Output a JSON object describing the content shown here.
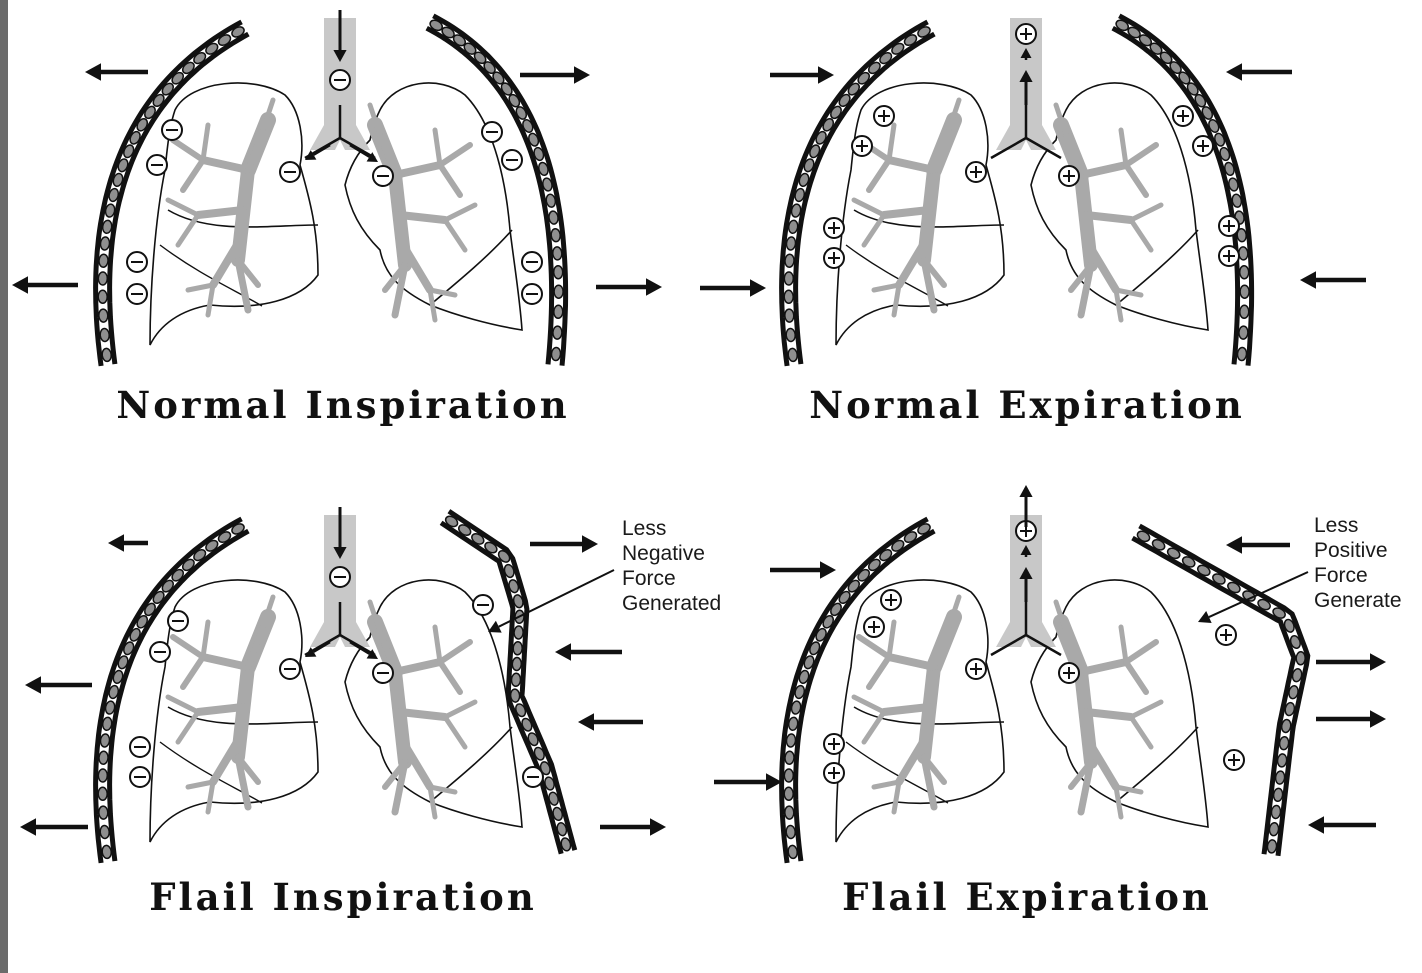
{
  "panels": [
    {
      "id": "normal-inspiration",
      "caption": "Normal Inspiration",
      "pressure_sign": "−",
      "airflow": "in"
    },
    {
      "id": "normal-expiration",
      "caption": "Normal Expiration",
      "pressure_sign": "+",
      "airflow": "out"
    },
    {
      "id": "flail-inspiration",
      "caption": "Flail Inspiration",
      "pressure_sign": "−",
      "airflow": "in",
      "annotation": [
        "Less",
        "Negative",
        "Force",
        "Generated"
      ]
    },
    {
      "id": "flail-expiration",
      "caption": "Flail Expiration",
      "pressure_sign": "+",
      "airflow": "out",
      "annotation": [
        "Less",
        "Positive",
        "Force",
        "Generate"
      ]
    }
  ],
  "colors": {
    "background": "#ffffff",
    "outline": "#111111",
    "rib_fill": "#8f8f8f",
    "airway_fill": "#c8c8c8",
    "bronchial_tree": "#a9a9a9",
    "left_frame_bar": "#6b6b6b"
  },
  "icons": [
    "arrow-icon",
    "minus-circle-icon",
    "plus-circle-icon"
  ]
}
